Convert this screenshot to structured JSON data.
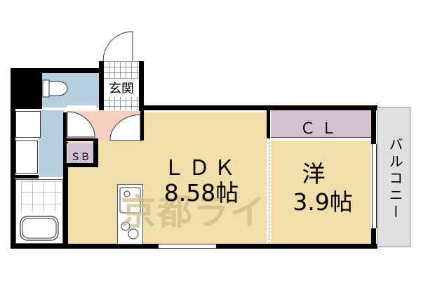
{
  "floorplan": {
    "rooms": {
      "ldk": {
        "name": "ＬＤＫ",
        "size": "8.58帖"
      },
      "western": {
        "name": "洋",
        "size": "3.9帖"
      },
      "closet": {
        "name": "ＣＬ"
      },
      "entrance": {
        "name": "玄関"
      },
      "shoe_box": {
        "name": "ＳＢ"
      },
      "balcony": {
        "name": "バルコニー"
      }
    },
    "watermark": "京都ライフ",
    "colors": {
      "ldk": "#f1dea9",
      "western": "#f1dea9",
      "closet": "#d5bfd3",
      "wet_area": "#b5cfde",
      "hall": "#f7cfbf",
      "balcony": "#e0e0e0",
      "wall": "#000000",
      "watermark": "#cdbd8c"
    }
  }
}
